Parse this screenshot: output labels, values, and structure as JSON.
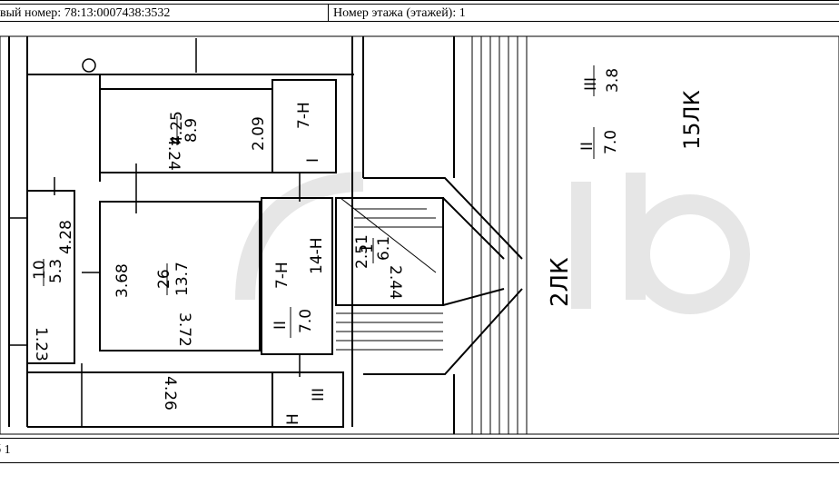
{
  "header": {
    "cadastral_number": "вый номер: 78:13:0007438:3532",
    "floor_number": "Номер этажа (этажей): 1"
  },
  "plan_labels": {
    "top_room_area": "4.25",
    "top_room_sub": "8.9",
    "top_room_dim1": "4.24",
    "top_room_dim2": "2.09",
    "small_room_num": "10",
    "small_room_area": "5.3",
    "small_room_dim1": "4.28",
    "small_room_dim2": "1.23",
    "big_room_num": "26",
    "big_room_area": "13.7",
    "big_room_dim1": "3.68",
    "big_room_dim2": "3.72",
    "bottom_dim": "4.26",
    "stair_room_num": "1",
    "stair_room_area": "6.1",
    "stair_dim1": "2.51",
    "stair_dim2": "2.44",
    "corridor_label_1": "7-Н",
    "corridor_label_2": "7-Н",
    "corridor_label_3": "14-Н",
    "roman_i_1": "I",
    "roman_ii_1": "II",
    "roman_ii_frac": "7.0",
    "roman_iii_1": "III",
    "roman_h": "Н",
    "right_ii": "II",
    "right_ii_frac": "7.0",
    "right_iii": "III",
    "right_iii_frac": "3.8",
    "right_15lk": "15ЛК",
    "right_2lk": "2ЛК"
  },
  "footer": {
    "text": "б 1"
  }
}
